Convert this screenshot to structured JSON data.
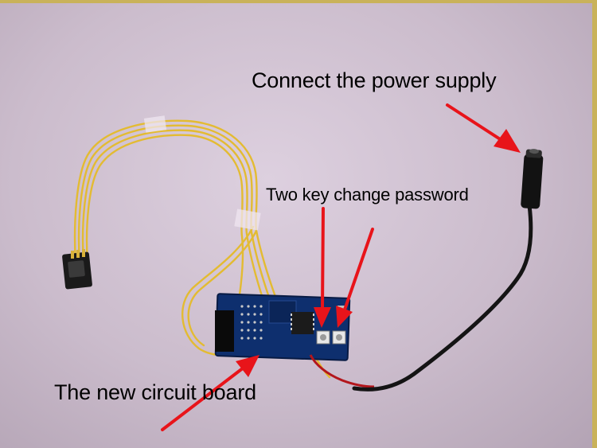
{
  "annotations": {
    "power": "Connect the power supply",
    "keys": "Two key change password",
    "board": "The new circuit board"
  },
  "colors": {
    "arrow": "#e8141a",
    "wire": "#e9c43a",
    "board": "#0e2f6e",
    "cable": "#141414",
    "background": "#d6c8d8"
  }
}
